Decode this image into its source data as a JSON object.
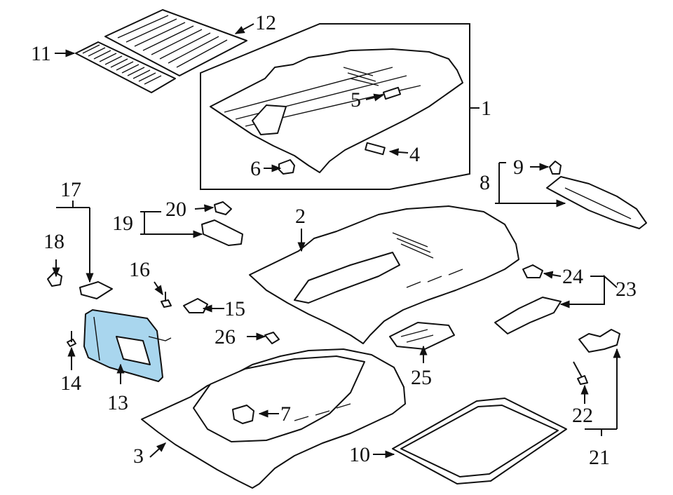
{
  "diagram": {
    "highlight_color": "#a9d6ee",
    "highlighted_part": "13",
    "callouts": {
      "c1": "1",
      "c2": "2",
      "c3": "3",
      "c4": "4",
      "c5": "5",
      "c6": "6",
      "c7": "7",
      "c8": "8",
      "c9": "9",
      "c10": "10",
      "c11": "11",
      "c12": "12",
      "c13": "13",
      "c14": "14",
      "c15": "15",
      "c16": "16",
      "c17": "17",
      "c18": "18",
      "c19": "19",
      "c20": "20",
      "c21": "21",
      "c22": "22",
      "c23": "23",
      "c24": "24",
      "c25": "25",
      "c26": "26"
    }
  }
}
